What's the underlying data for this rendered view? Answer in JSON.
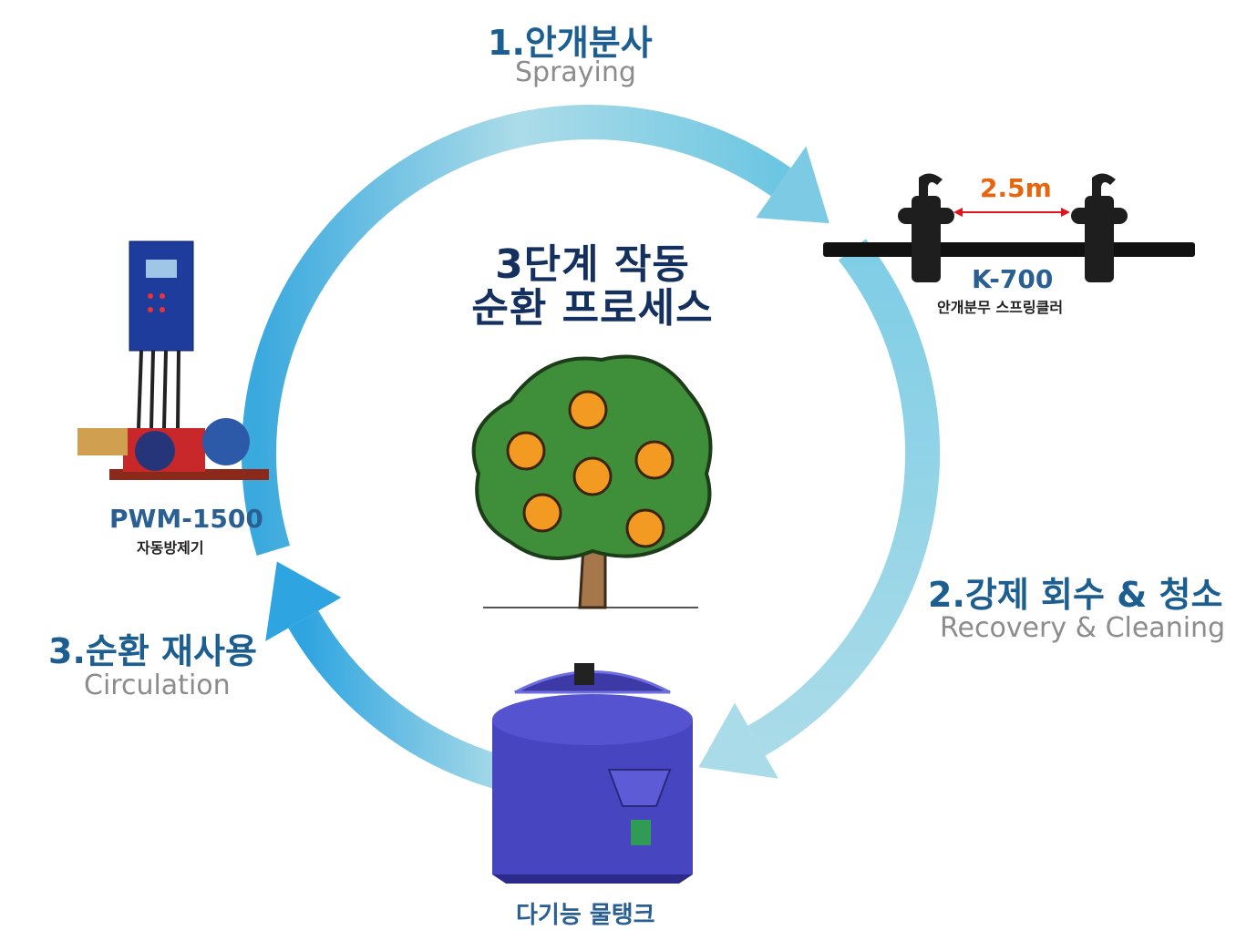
{
  "center_title": {
    "line1": "3단계 작동",
    "line2": "순환 프로세스"
  },
  "steps": [
    {
      "label": "1.안개분사",
      "en": "Spraying"
    },
    {
      "label": "2.강제 회수 & 청소",
      "en": "Recovery & Cleaning"
    },
    {
      "label": "3.순환 재사용",
      "en": "Circulation"
    }
  ],
  "devices": {
    "sprinkler": {
      "model": "K-700",
      "name": "안개분무 스프링클러",
      "spacing": "2.5m"
    },
    "pump": {
      "model": "PWM-1500",
      "name": "자동방제기"
    },
    "tank": {
      "name": "다기능 물탱크"
    }
  },
  "colors": {
    "arrow_light": "#a9dbe8",
    "arrow_dark": "#33a6dc",
    "step_text": "#1b5e8f",
    "title": "#14305e",
    "spacing": "#e8650f"
  }
}
